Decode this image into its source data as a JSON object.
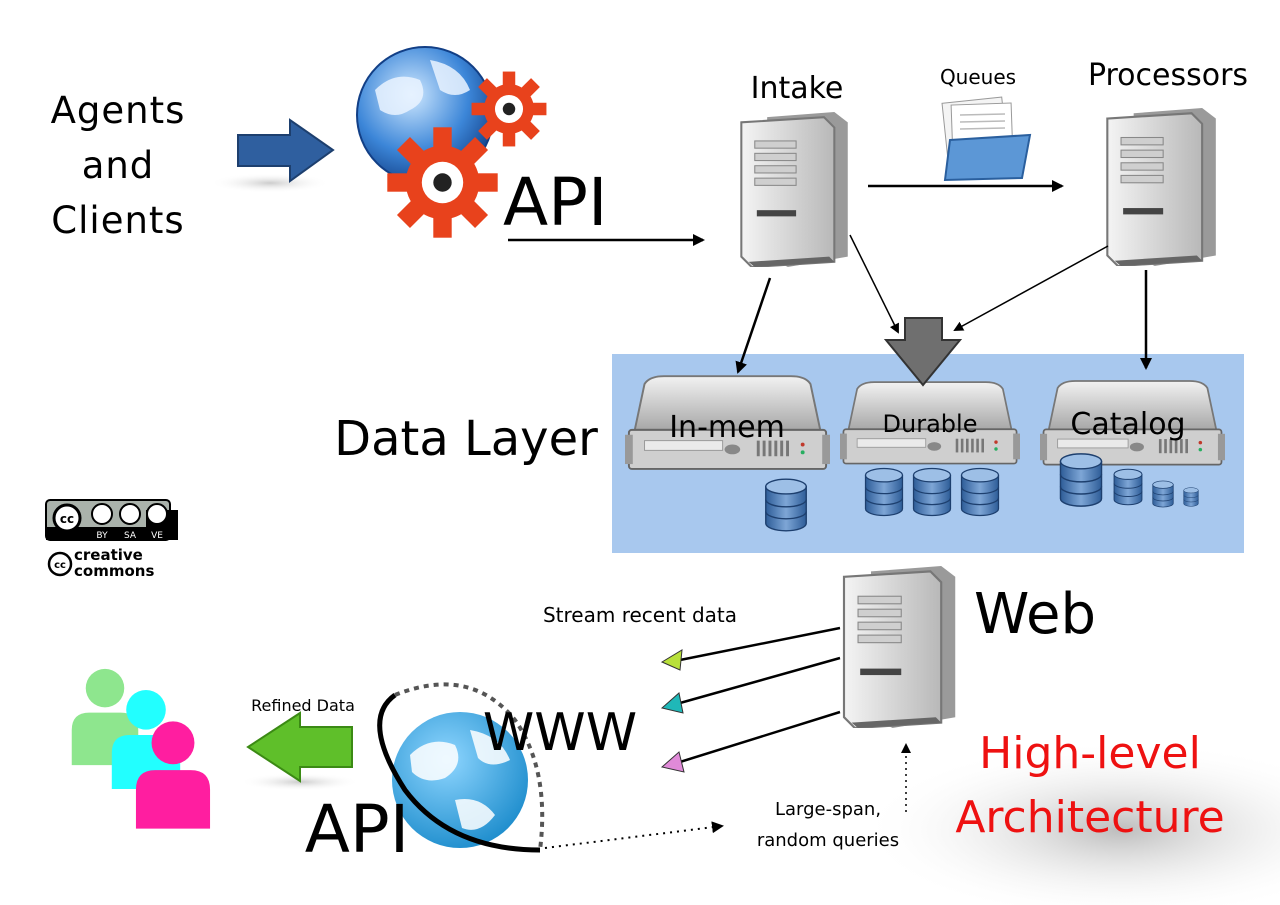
{
  "labels": {
    "agents": [
      "Agents",
      "and",
      "Clients"
    ],
    "api_top": "API",
    "intake": "Intake",
    "queues": "Queues",
    "processors": "Processors",
    "data_layer": "Data Layer",
    "in_mem": "In-mem",
    "durable": "Durable",
    "catalog": "Catalog",
    "web": "Web",
    "stream": "Stream recent data",
    "refined": "Refined Data",
    "www": "WWW",
    "api_bottom": "API",
    "large_span": [
      "Large-span,",
      "random queries"
    ],
    "title": [
      "High-level",
      "Architecture"
    ]
  },
  "license": {
    "badge_items": [
      "BY",
      "SA",
      "VE"
    ],
    "brand_lines": [
      "creative",
      "commons"
    ]
  },
  "colors": {
    "data_layer_bg": "#a8c8ee",
    "title": "#ee1111",
    "gear": "#e8421c",
    "arrow_blue": "#2f5f9f",
    "arrow_green": "#5fbf2a",
    "person_green": "#8ee68e",
    "person_cyan": "#22ffff",
    "person_magenta": "#ff1ea0"
  },
  "icons": [
    "globe-icon",
    "gear-icon",
    "server-tower-icon",
    "rack-server-icon",
    "database-icon",
    "folder-icon",
    "people-icon",
    "cc-license-icon"
  ]
}
